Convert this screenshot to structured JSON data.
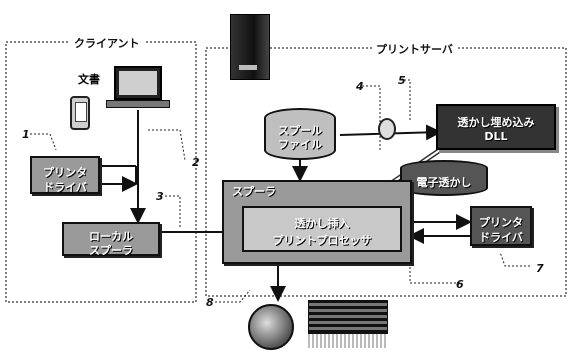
{
  "title": {
    "client": "クライアント",
    "server": "プリントサーバ"
  },
  "document_label": "文書",
  "boxes": {
    "printer_driver_client": [
      "プリンタ",
      "ドライバ"
    ],
    "local_spooler": [
      "ローカル",
      "スプーラ"
    ],
    "spool_file": [
      "スプール",
      "ファイル"
    ],
    "watermark_dll": [
      "透かし埋め込み",
      "DLL"
    ],
    "electronic_watermark": "電子透かし",
    "spooler": "スプーラ",
    "print_processor": [
      "透かし挿入",
      "プリントプロセッサ"
    ],
    "printer_driver_server": [
      "プリンタ",
      "ドライバ"
    ]
  },
  "step_numbers": [
    "1",
    "2",
    "3",
    "4",
    "5",
    "6",
    "7",
    "8"
  ]
}
